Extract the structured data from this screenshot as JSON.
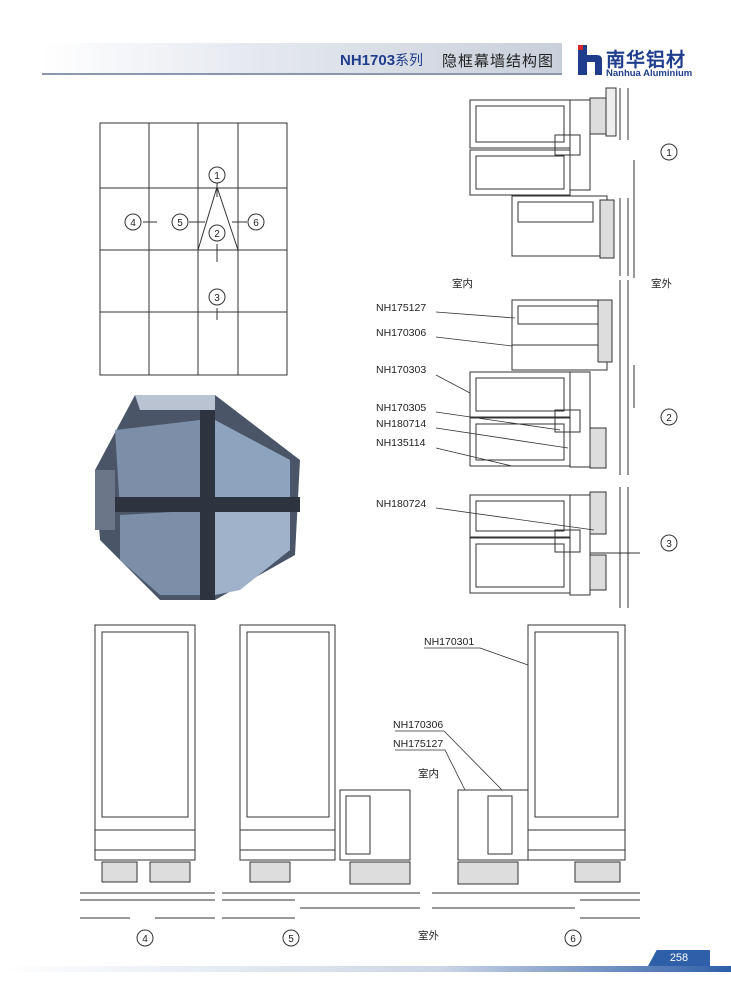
{
  "header": {
    "series": "NH1703",
    "series_suffix": "系列",
    "title": "隐框幕墙结构图",
    "logo_cn": "南华铝材",
    "logo_en": "Nanhua Aluminium"
  },
  "grid_markers": [
    "1",
    "2",
    "3",
    "4",
    "5",
    "6"
  ],
  "section_markers": {
    "upper": [
      "1",
      "2",
      "3"
    ],
    "lower": [
      "4",
      "5",
      "6"
    ]
  },
  "upper_labels": {
    "indoor": "室内",
    "outdoor": "室外",
    "parts": [
      "NH175127",
      "NH170306",
      "NH170303",
      "NH170305",
      "NH180714",
      "NH135114",
      "NH180724"
    ]
  },
  "lower_labels": {
    "indoor": "室内",
    "outdoor": "室外",
    "parts": [
      "NH170301",
      "NH170306",
      "NH175127"
    ]
  },
  "colors": {
    "brand": "#1f3d8c",
    "accent": "#2e5fa8",
    "line": "#333333"
  },
  "page_number": "258"
}
